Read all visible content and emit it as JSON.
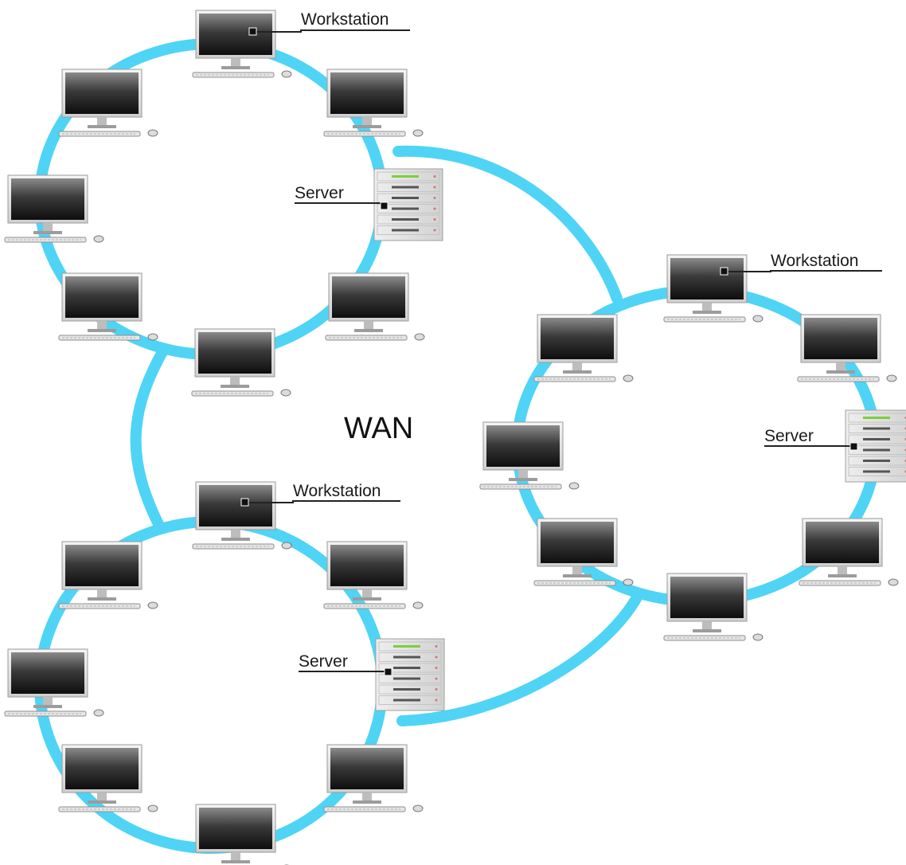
{
  "diagram": {
    "center_label": "WAN",
    "labels": {
      "workstation": "Workstation",
      "server": "Server"
    },
    "networks": [
      {
        "id": "top-left-lan",
        "workstation_label": "Workstation",
        "server_label": "Server",
        "computers": 8
      },
      {
        "id": "right-lan",
        "workstation_label": "Workstation",
        "server_label": "Server",
        "computers": 8
      },
      {
        "id": "bottom-left-lan",
        "workstation_label": "Workstation",
        "server_label": "Server",
        "computers": 8
      }
    ],
    "colors": {
      "ring": "#4fd4f5",
      "monitor_screen_top": "#7a7a7a",
      "monitor_screen_bottom": "#151515",
      "server_led": "#7ccf3a"
    }
  }
}
